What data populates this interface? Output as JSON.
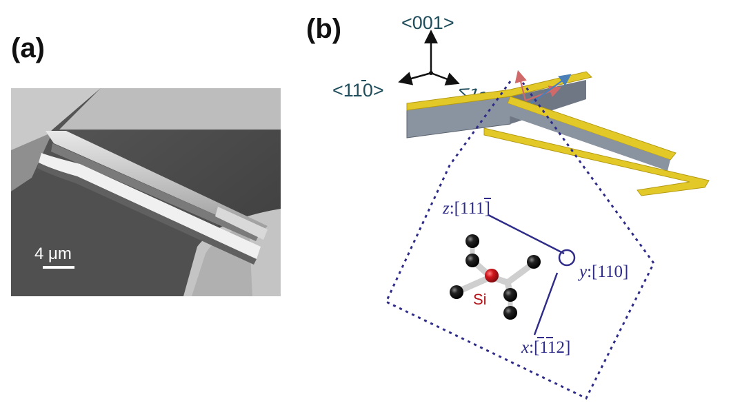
{
  "panels": {
    "a": {
      "label": "(a)",
      "scale_bar": "4 μm"
    },
    "b": {
      "label": "(b)"
    }
  },
  "crystal_directions": {
    "up": "<001>",
    "left": "<1",
    "left_over": "1",
    "left_end": "0>",
    "right": "<110>"
  },
  "inset_axes": {
    "z": {
      "letter": "z",
      "sep": ":[1",
      "bar": "1",
      "end": "1]"
    },
    "y": {
      "letter": "y",
      "rest": ":[110]"
    },
    "x": {
      "letter": "x",
      "open": ":[",
      "bar1": "1",
      "bar2": "1",
      "end": "2]"
    }
  },
  "atom_label": "Si",
  "colors": {
    "direction_text": "#1f4d5c",
    "inset_lines": "#2e2c88",
    "gold_electrode": "#e3c928",
    "silicon_block": "#8a93a0",
    "center_atom": "#c8141c"
  }
}
